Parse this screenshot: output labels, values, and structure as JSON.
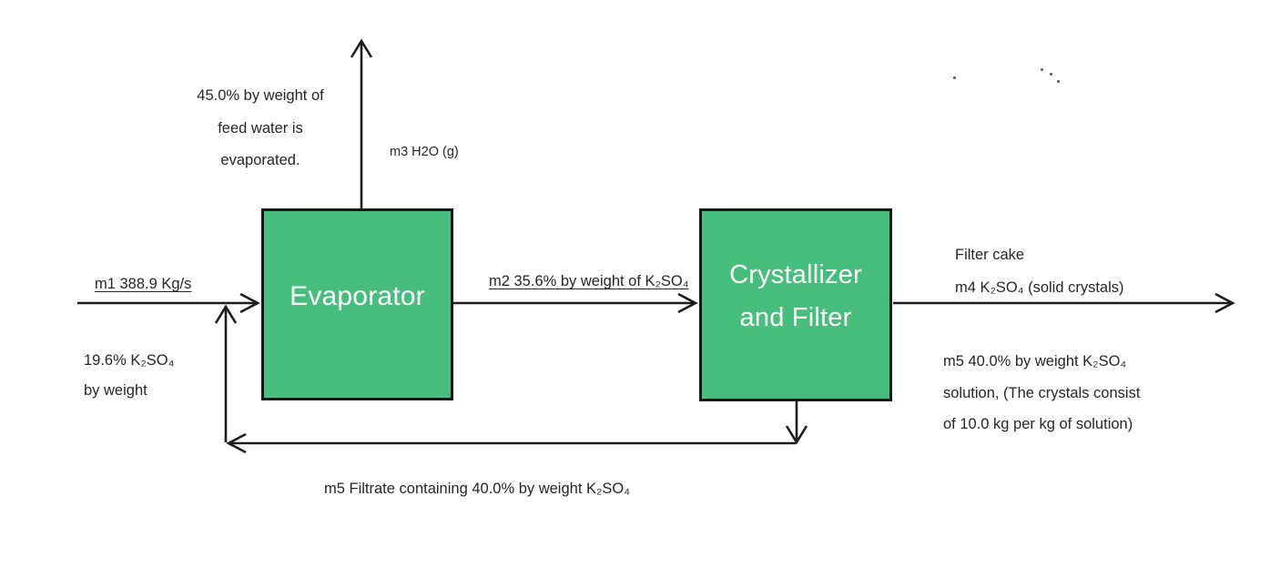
{
  "units": {
    "evaporator": {
      "label": "Evaporator"
    },
    "crystallizer": {
      "label_line1": "Crystallizer",
      "label_line2": "and Filter"
    }
  },
  "streams": {
    "feed": {
      "label": "m1 388.9 Kg/s",
      "composition_line1": "19.6% K₂SO₄",
      "composition_line2": "by weight"
    },
    "vapor": {
      "label": "m3 H2O (g)",
      "note_line1": "45.0% by weight of",
      "note_line2": "feed water is",
      "note_line3": "evaporated."
    },
    "evaporator_to_crystallizer": {
      "label": "m2 35.6% by weight of K₂SO₄"
    },
    "product": {
      "label_line1": "Filter cake",
      "label_line2": "m4 K₂SO₄ (solid crystals)",
      "note_line1": "m5 40.0% by weight K₂SO₄",
      "note_line2": "solution, (The crystals consist",
      "note_line3": "of 10.0 kg per kg of solution)"
    },
    "recycle": {
      "label": "m5 Filtrate containing 40.0% by weight K₂SO₄"
    }
  },
  "colors": {
    "unit_fill": "#48BE7D",
    "unit_border": "#161616",
    "line_color": "#1c1c1c",
    "text_color": "#262626"
  }
}
